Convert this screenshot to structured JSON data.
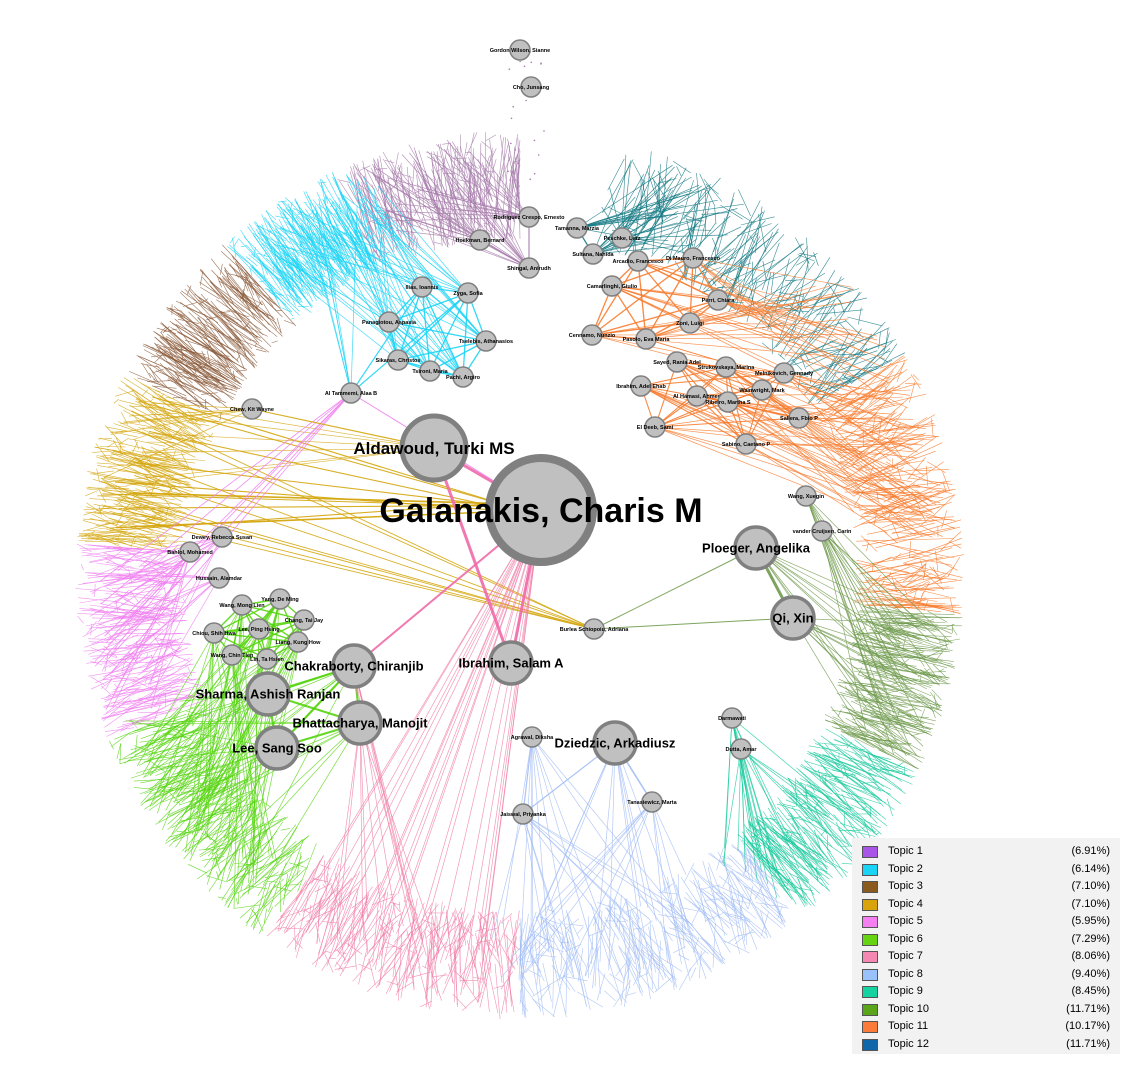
{
  "legend": [
    {
      "label": "Topic  1",
      "pct": "(6.91%)",
      "color": "#a855e8"
    },
    {
      "label": "Topic  2",
      "pct": "(6.14%)",
      "color": "#1ad3f5"
    },
    {
      "label": "Topic  3",
      "pct": "(7.10%)",
      "color": "#8b5a1e"
    },
    {
      "label": "Topic  4",
      "pct": "(7.10%)",
      "color": "#d9a40b"
    },
    {
      "label": "Topic  5",
      "pct": "(5.95%)",
      "color": "#f57ff0"
    },
    {
      "label": "Topic  6",
      "pct": "(7.29%)",
      "color": "#66d313"
    },
    {
      "label": "Topic  7",
      "pct": "(8.06%)",
      "color": "#f587b3"
    },
    {
      "label": "Topic  8",
      "pct": "(9.40%)",
      "color": "#99c2fb"
    },
    {
      "label": "Topic  9",
      "pct": "(8.45%)",
      "color": "#16d1a0"
    },
    {
      "label": "Topic 10",
      "pct": "(11.71%)",
      "color": "#5aa51a"
    },
    {
      "label": "Topic 11",
      "pct": "(10.17%)",
      "color": "#fb7b3a"
    },
    {
      "label": "Topic 12",
      "pct": "(11.71%)",
      "color": "#0f66a8"
    }
  ],
  "ring_colors": {
    "topic1": "#a67baa",
    "topic2": "#1ad3f5",
    "topic3": "#8b5a3a",
    "topic4": "#d4a60e",
    "topic5": "#f07ff0",
    "topic6": "#55d40f",
    "topic7": "#f07fa8",
    "topic8": "#a2bdf5",
    "topic9": "#16c99c",
    "topic10": "#6f9a4c",
    "topic11": "#f77b2d",
    "topic12": "#127882"
  },
  "nodes": [
    {
      "id": "galanakis",
      "label": "Galanakis, Charis M"
    },
    {
      "id": "aldawoud",
      "label": "Aldawoud, Turki MS"
    },
    {
      "id": "ibrahim_salam",
      "label": "Ibrahim, Salam A"
    },
    {
      "id": "ploeger",
      "label": "Ploeger, Angelika"
    },
    {
      "id": "qi",
      "label": "Qi, Xin"
    },
    {
      "id": "dziedzic",
      "label": "Dziedzic, Arkadiusz"
    },
    {
      "id": "chakraborty",
      "label": "Chakraborty, Chiranjib"
    },
    {
      "id": "sharma",
      "label": "Sharma, Ashish Ranjan"
    },
    {
      "id": "bhattacharya",
      "label": "Bhattacharya, Manojit"
    },
    {
      "id": "lee",
      "label": "Lee, Sang Soo"
    },
    {
      "id": "gordon",
      "label": "Gordon Wilson, Sianne"
    },
    {
      "id": "cho",
      "label": "Cho, Junsang"
    },
    {
      "id": "rodriguez",
      "label": "Rodriguez Crespo, Ernesto"
    },
    {
      "id": "hoekman",
      "label": "Hoekman, Bernard"
    },
    {
      "id": "shingal",
      "label": "Shingal, Anirudh"
    },
    {
      "id": "tamanna",
      "label": "Tamanna, Marzia"
    },
    {
      "id": "peschke",
      "label": "Peschke, Lutz"
    },
    {
      "id": "sultana",
      "label": "Sultana, Nahida"
    },
    {
      "id": "arcadio",
      "label": "Arcadio, Francesco"
    },
    {
      "id": "dimauro",
      "label": "Di Mauro, Francesco"
    },
    {
      "id": "camarlinghi",
      "label": "Camarlinghi, Giulio"
    },
    {
      "id": "perri",
      "label": "Perri, Chiara"
    },
    {
      "id": "zoni",
      "label": "Zoni, Luigi"
    },
    {
      "id": "cennamo",
      "label": "Cennamo, Nunzio"
    },
    {
      "id": "pasolo",
      "label": "Pasolo, Eva Maria"
    },
    {
      "id": "ilias",
      "label": "Ilias, Ioannis"
    },
    {
      "id": "zyga",
      "label": "Zyga, Sofia"
    },
    {
      "id": "panagiotou",
      "label": "Panagiotou, Aspasia"
    },
    {
      "id": "tsekelia",
      "label": "Tselebis, Athanasios"
    },
    {
      "id": "sikaras",
      "label": "Sikaras, Christos"
    },
    {
      "id": "tsironi",
      "label": "Tsironi, Maria"
    },
    {
      "id": "pachi",
      "label": "Pachi, Argiro"
    },
    {
      "id": "altammemi",
      "label": "Al Tammemi, Alaa B"
    },
    {
      "id": "chew",
      "label": "Chew, Kit Wayne"
    },
    {
      "id": "sayed",
      "label": "Sayed, Rania Adel"
    },
    {
      "id": "strukovskaya",
      "label": "Strukovskaya, Marina"
    },
    {
      "id": "melnikovich",
      "label": "Melnikovich, Gennady"
    },
    {
      "id": "ibrahim_adel",
      "label": "Ibrahim, Adel Ehab"
    },
    {
      "id": "alhamsi",
      "label": "Al Hamasi, Ahmed"
    },
    {
      "id": "ribeiro",
      "label": "Ribeiro, Martha S"
    },
    {
      "id": "wainwright",
      "label": "Wainwright, Mark"
    },
    {
      "id": "saliera",
      "label": "Saliera, Fbio P"
    },
    {
      "id": "eldeeb",
      "label": "El Deeb, Sami"
    },
    {
      "id": "sabino",
      "label": "Sabino, Caetano P"
    },
    {
      "id": "wang_xuegin",
      "label": "Wang, Xuegin"
    },
    {
      "id": "vandercruijsen",
      "label": "vander Cruijsen, Carin"
    },
    {
      "id": "dewey",
      "label": "Dewey, Rebecca Susan"
    },
    {
      "id": "bahlol",
      "label": "Bahlol, Mohamed"
    },
    {
      "id": "hussain",
      "label": "Hussain, Alamdar"
    },
    {
      "id": "yang",
      "label": "Yang, De Ming"
    },
    {
      "id": "wang_mong",
      "label": "Wang, Mong Lien"
    },
    {
      "id": "chang",
      "label": "Chang, Tai Jay"
    },
    {
      "id": "lee_ping",
      "label": "Lee, Ping Hsing"
    },
    {
      "id": "liang",
      "label": "Liang, Kung How"
    },
    {
      "id": "chiou",
      "label": "Chiou, Shih Hwa"
    },
    {
      "id": "wang_chin",
      "label": "Wang, Chin Tien"
    },
    {
      "id": "lin",
      "label": "Lin, Ta Hsien"
    },
    {
      "id": "burlea",
      "label": "Burlea Schiopoiu, Adriana"
    },
    {
      "id": "agrawal",
      "label": "Agrawal, Diksha"
    },
    {
      "id": "jaiswal",
      "label": "Jaiswal, Priyanka"
    },
    {
      "id": "tanasiewicz",
      "label": "Tanasiewicz, Marta"
    },
    {
      "id": "darmawati",
      "label": "Darmawati"
    },
    {
      "id": "dutta",
      "label": "Dutta, Amar"
    }
  ]
}
